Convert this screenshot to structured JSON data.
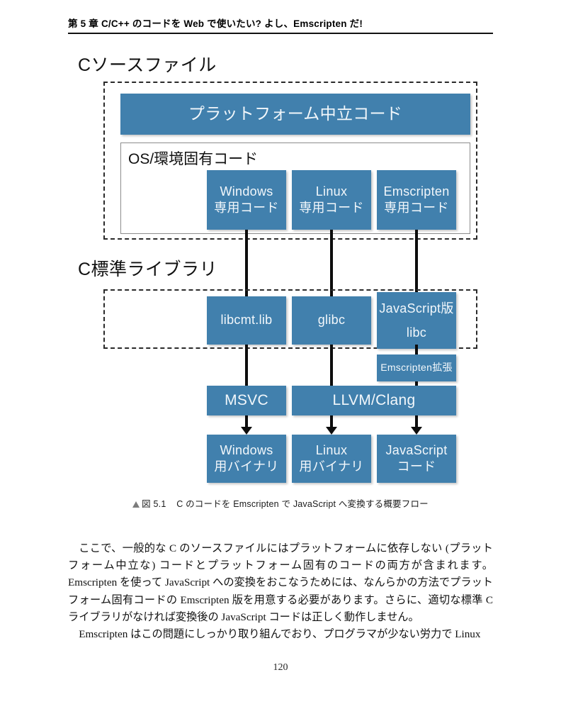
{
  "running_head": "第 5 章 C/C++ のコードを Web で使いたい? よし、Emscripten だ!",
  "page_number": "120",
  "figure": {
    "caption_marker": "図 5.1",
    "caption_text": "C のコードを Emscripten で JavaScript へ変換する概要フロー",
    "labels": {
      "source_file": "Cソースファイル",
      "std_library": "C標準ライブラリ",
      "os_specific": "OS/環境固有コード"
    },
    "boxes": {
      "platform_neutral": "プラットフォーム中立コード",
      "windows_code_l1": "Windows",
      "windows_code_l2": "専用コード",
      "linux_code_l1": "Linux",
      "linux_code_l2": "専用コード",
      "emscripten_code_l1": "Emscripten",
      "emscripten_code_l2": "専用コード",
      "libcmt": "libcmt.lib",
      "glibc": "glibc",
      "js_libc_l1": "JavaScript版",
      "js_libc_l2": "libc",
      "emscripten_ext": "Emscripten拡張",
      "msvc": "MSVC",
      "llvm_clang": "LLVM/Clang",
      "windows_binary_l1": "Windows",
      "windows_binary_l2": "用バイナリ",
      "linux_binary_l1": "Linux",
      "linux_binary_l2": "用バイナリ",
      "js_code_l1": "JavaScript",
      "js_code_l2": "コード"
    },
    "colors": {
      "box_fill": "#4180ad",
      "box_text": "#f2f7fb",
      "connector": "#0d0d0d",
      "dashed_border": "#2a2a2a",
      "solid_border": "#8c8c8c"
    }
  },
  "body": {
    "paragraph_1": "ここで、一般的な C のソースファイルにはプラットフォームに依存しない (プラットフォーム中立な) コードとプラットフォーム固有のコードの両方が含まれます。Emscripten を使って JavaScript への変換をおこなうためには、なんらかの方法でプラットフォーム固有コードの Emscripten 版を用意する必要があります。さらに、適切な標準 C ライブラリがなければ変換後の JavaScript コードは正しく動作しません。",
    "paragraph_2": "Emscripten はこの問題にしっかり取り組んでおり、プログラマが少ない労力で Linux"
  }
}
